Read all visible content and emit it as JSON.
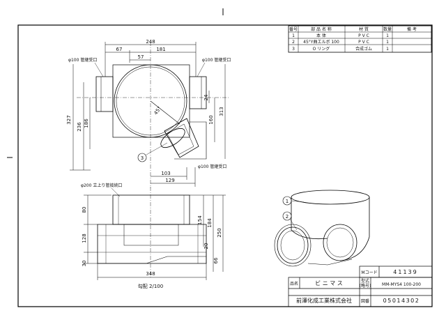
{
  "parts_table": {
    "headers": [
      "番号",
      "部 品 名 称",
      "材 質",
      "数量",
      "備 考"
    ],
    "rows": [
      {
        "no": "1",
        "name": "本 体",
        "material": "P V C",
        "qty": "1",
        "note": ""
      },
      {
        "no": "2",
        "name": "45°Y曲エルボ 100",
        "material": "P V C",
        "qty": "1",
        "note": ""
      },
      {
        "no": "3",
        "name": "O リング",
        "material": "合成ゴム",
        "qty": "1",
        "note": ""
      }
    ]
  },
  "top_view": {
    "dims": {
      "d248": "248",
      "d67": "67",
      "d181": "181",
      "d57": "57",
      "d327": "327",
      "d236": "236",
      "d186": "186",
      "d24": "24",
      "d313": "313",
      "d160": "160",
      "d103": "103",
      "d129": "129",
      "angle": "45°"
    },
    "labels": {
      "left_port": "φ100 管継受口",
      "right_port": "φ100 管継受口",
      "bottom_port": "φ100 管継受口",
      "callout_3": "3"
    }
  },
  "front_view": {
    "dims": {
      "d80": "80",
      "d128": "128",
      "d30": "30",
      "d154": "154",
      "d184": "184",
      "d250": "250",
      "d20": "20",
      "d66": "66",
      "d348": "348"
    },
    "labels": {
      "riser_port": "φ200 立上り管接続口",
      "slope": "勾配 2/100"
    }
  },
  "iso_view": {
    "callouts": [
      "1",
      "2"
    ]
  },
  "title_block": {
    "code_label": "Mコード",
    "code_value": "41139",
    "name_label": "品名",
    "name_value": "ビ ニ マ ス",
    "model_label_1": "型式",
    "model_label_2": "(略号)",
    "model_value": "MM-MYS4 100-200",
    "company": "前澤化成工業株式会社",
    "drawing_label": "図番",
    "drawing_no": "05014302"
  }
}
